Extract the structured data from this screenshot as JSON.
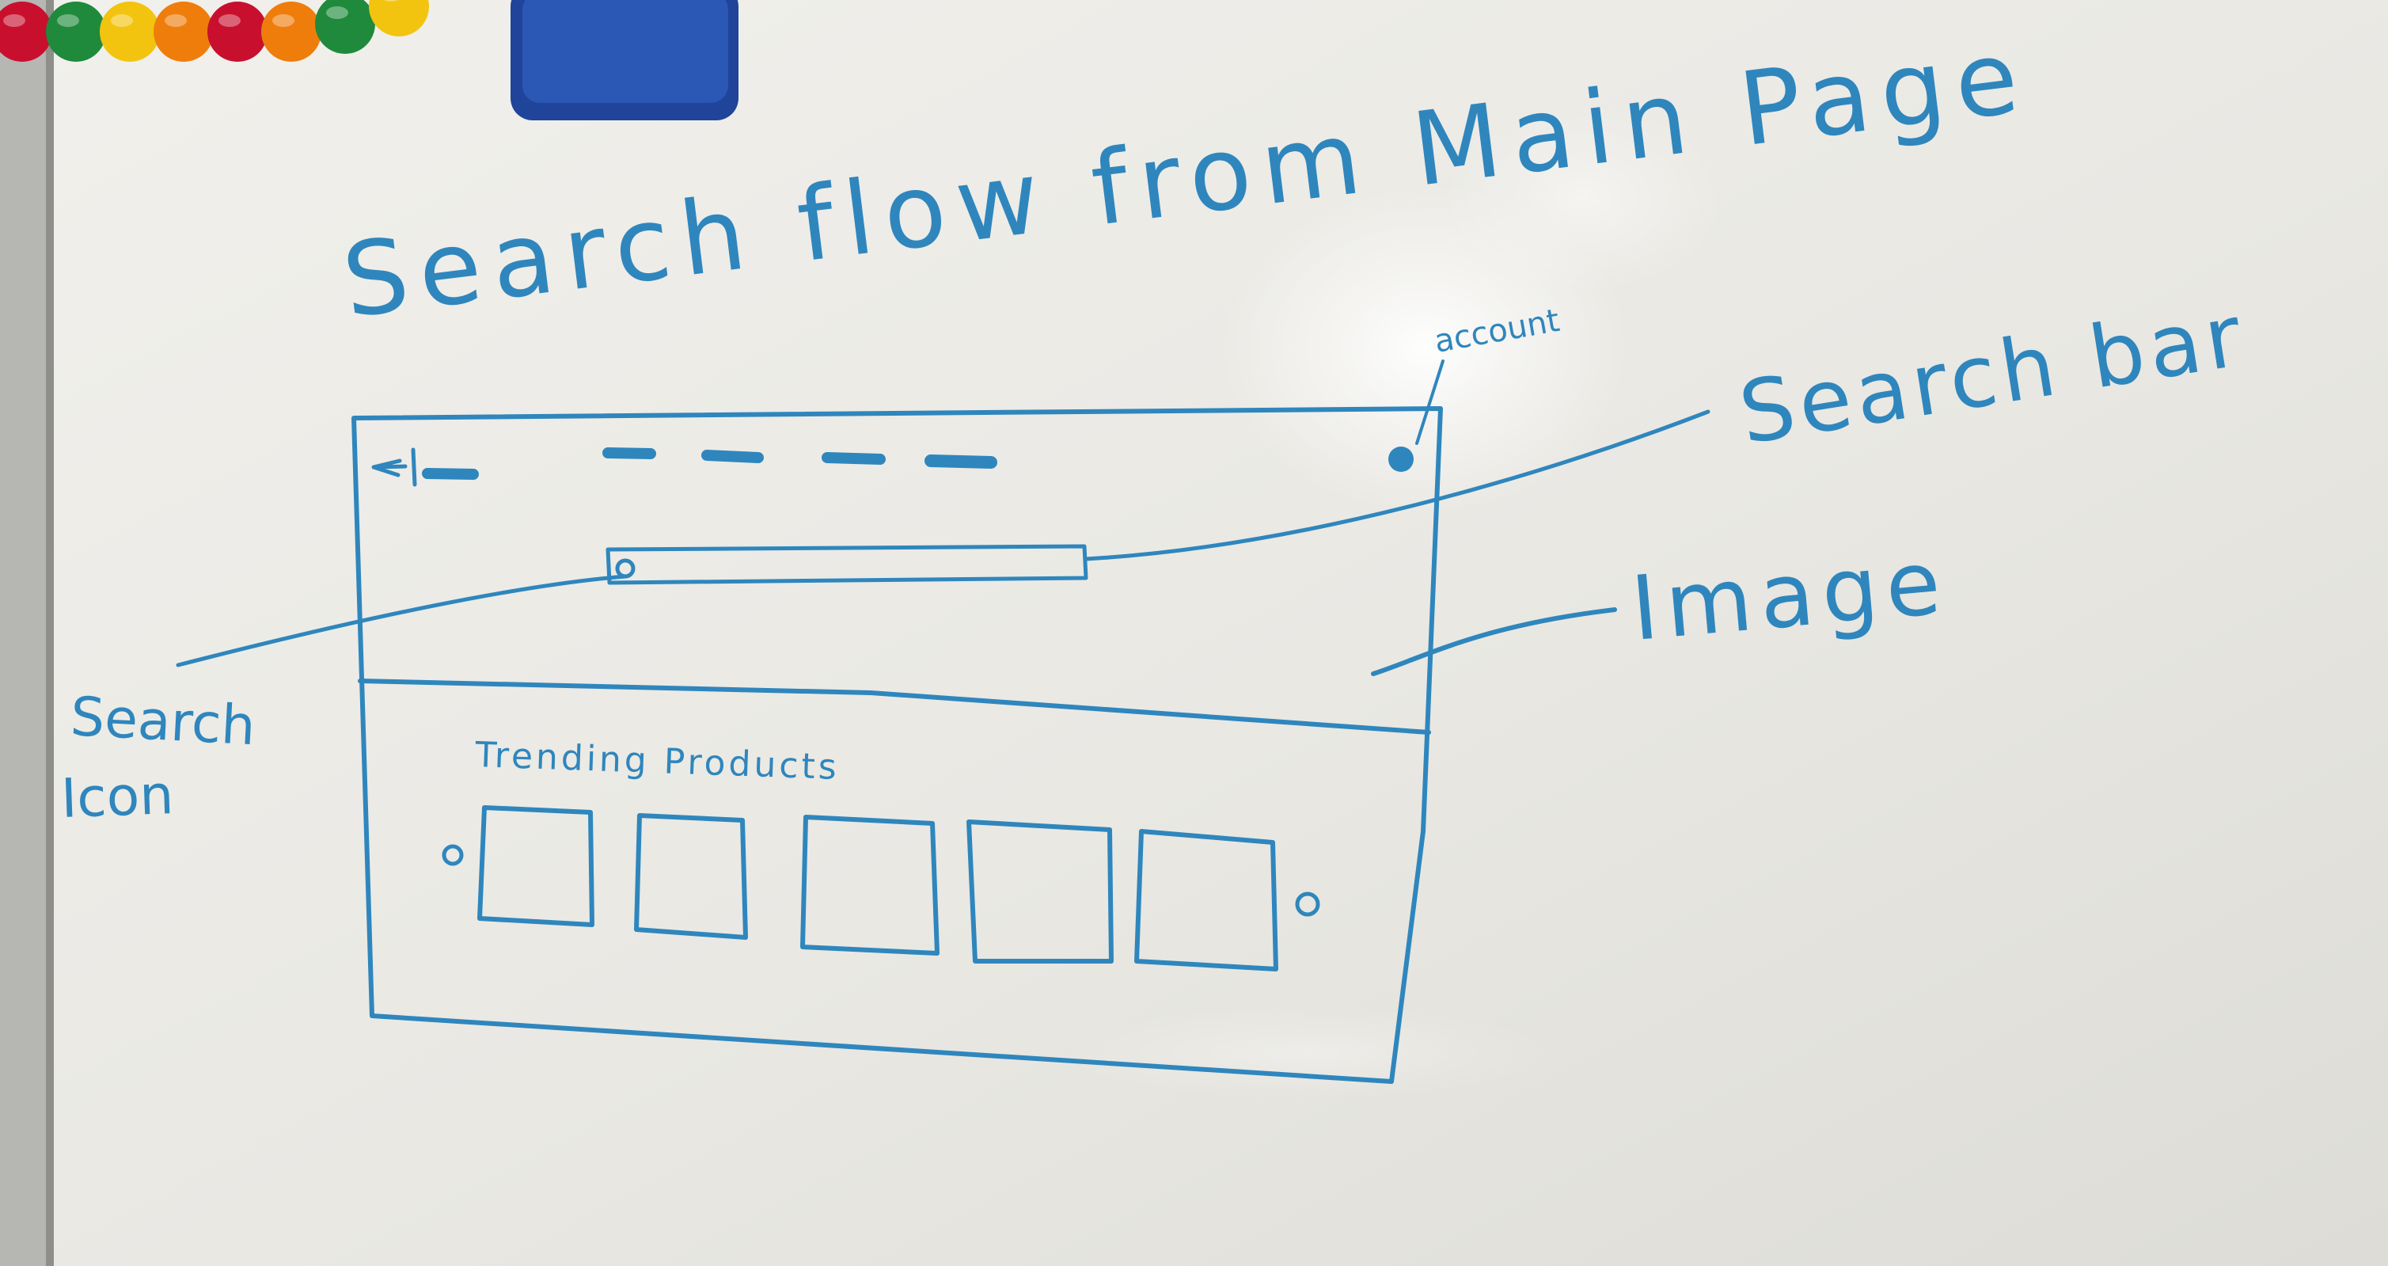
{
  "title": "Search flow from Main Page",
  "labels": {
    "account": "account",
    "search_bar": "Search bar",
    "image": "Image",
    "search_icon_line1": "Search",
    "search_icon_line2": "Icon",
    "trending_products": "Trending Products"
  },
  "colors": {
    "marker": "#2f86bd",
    "board": "#ecebe6",
    "frame": "#a9aaa6",
    "eraser": "#274fa8",
    "magnets": [
      "#c8102e",
      "#1f8a3b",
      "#f2c40f",
      "#ef7d0c",
      "#c8102e",
      "#ef7d0c",
      "#1f8a3b",
      "#f2c40f"
    ]
  },
  "wireframe": {
    "nav_placeholder_count": 4,
    "product_card_count": 5,
    "icons": [
      "back-arrow-icon",
      "search-icon",
      "account-icon",
      "carousel-prev-icon",
      "carousel-next-icon"
    ]
  }
}
